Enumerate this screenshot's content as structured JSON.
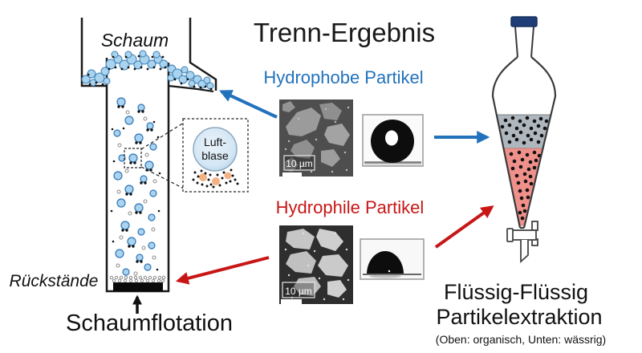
{
  "title": "Trenn-Ergebnis",
  "colors": {
    "hydrophobic_blue": "#2272BC",
    "hydrophilic_red": "#C81616",
    "foam_bubble_fill": "#A9D3EE",
    "organic_layer_gray": "#AEB6BE",
    "aqueous_layer_red": "#F0908A",
    "attached_particle_orange": "#F4B183",
    "funnel_cap_navy": "#1F3E77"
  },
  "flotation": {
    "foam_label": "Schaum",
    "residues_label": "Rückstände",
    "caption": "Schaumflotation",
    "inset": {
      "line1": "Luft-",
      "line2": "blase"
    }
  },
  "separation": {
    "hydrophobic_label": "Hydrophobe Partikel",
    "hydrophilic_label": "Hydrophile Partikel",
    "sem_hydrophobic_scale": "10 µm",
    "sem_hydrophilic_scale": "10 µm"
  },
  "extraction": {
    "caption_line1": "Flüssig-Flüssig",
    "caption_line2": "Partikelextraktion",
    "note": "(Oben: organisch, Unten: wässrig)"
  }
}
